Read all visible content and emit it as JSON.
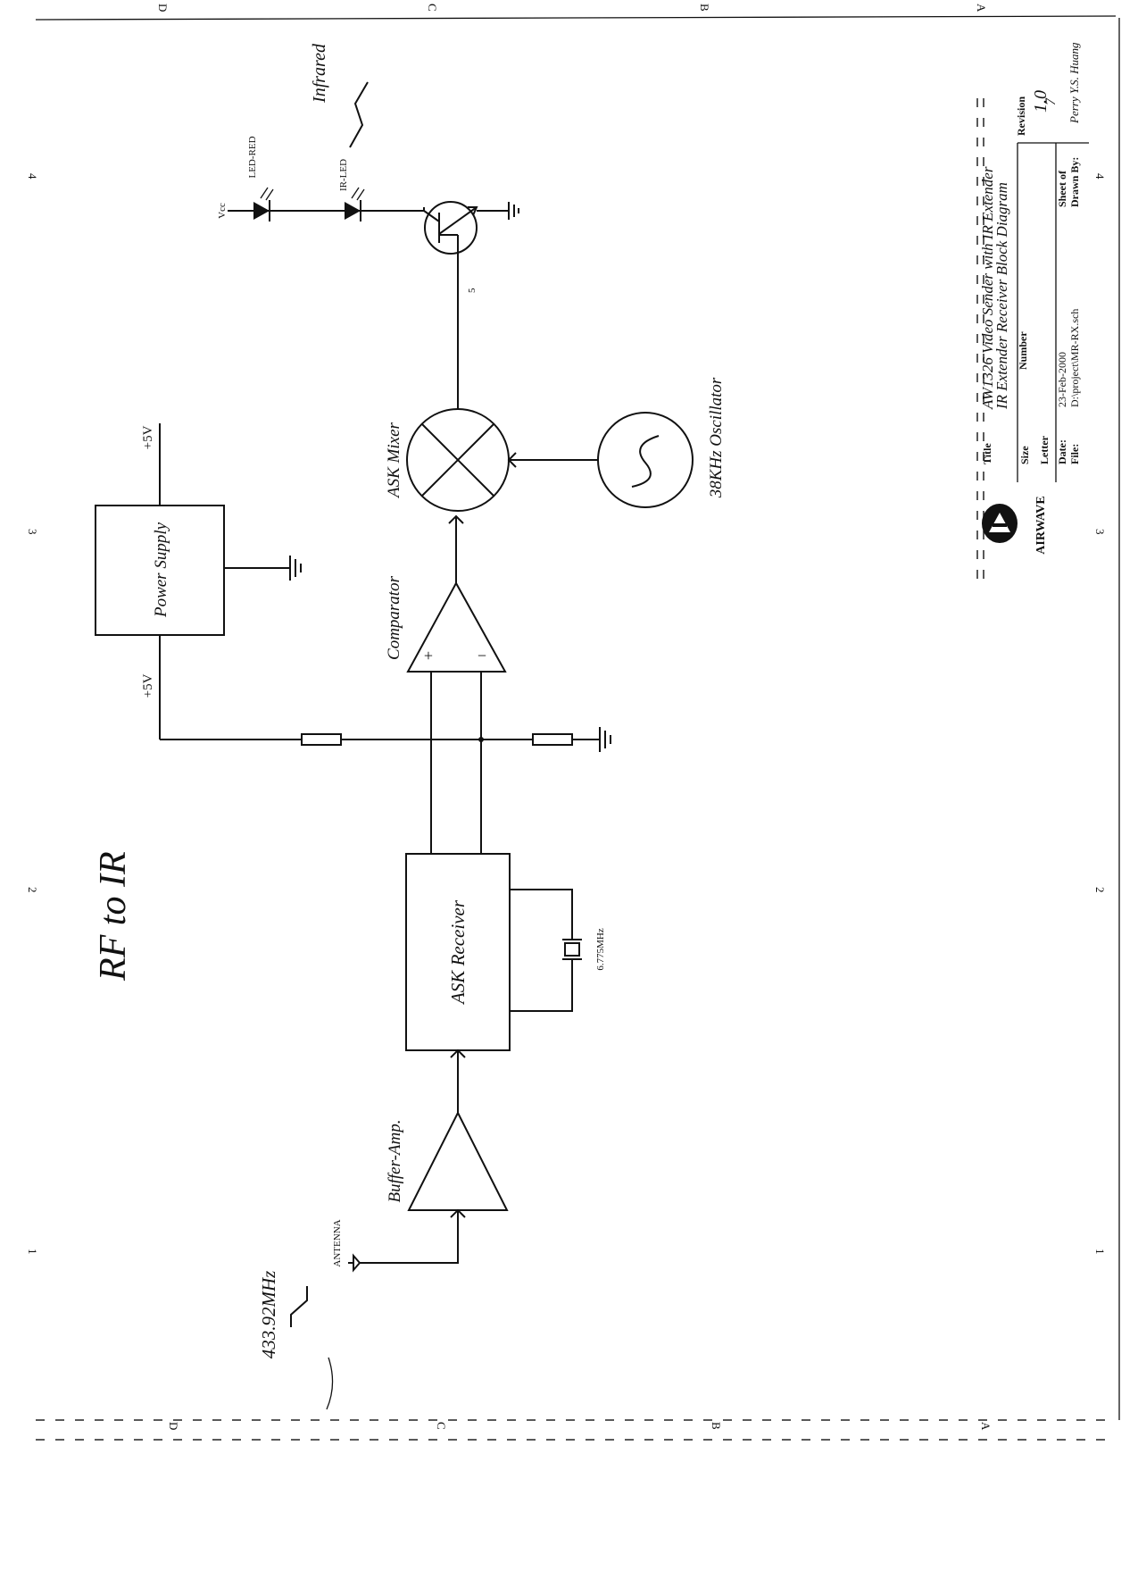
{
  "diagram": {
    "heading": "RF to IR",
    "blocks": {
      "power_supply": "Power Supply",
      "ask_receiver": "ASK Receiver",
      "ask_mixer": "ASK Mixer",
      "oscillator": "38KHz Oscillator",
      "comparator": "Comparator",
      "buffer_amp": "Buffer-Amp."
    },
    "labels": {
      "rail_5v": "+5V",
      "rail_5v_top": "+5V",
      "rf_freq": "433.92MHz",
      "antenna": "ANTENNA",
      "crystal": "6.775MHz",
      "infrared": "Infrared",
      "ir_led": "IR-LED",
      "led_red": "LED-RED",
      "vcc": "Vcc",
      "comp_plus": "+",
      "comp_minus": "−",
      "transistor_ref": "5"
    }
  },
  "title_block": {
    "company": "AIRWAVE",
    "title_label": "Title",
    "title_line1": "AW1326 Video Sender with IR Extender",
    "title_line2": "IR Extender Receiver Block Diagram",
    "size_label": "Size",
    "size_value": "Letter",
    "number_label": "Number",
    "revision_label": "Revision",
    "revision_value": "1.0",
    "date_label": "Date:",
    "date_value": "23-Feb-2000",
    "file_label": "File:",
    "file_value": "D:\\project\\MR-RX.sch",
    "sheet_label": "Sheet of",
    "sheet_value": "7",
    "drawn_label": "Drawn By:",
    "drawn_value": "Perry Y.S. Huang"
  },
  "border": {
    "top_zones": [
      "D",
      "C",
      "B",
      "A"
    ],
    "bottom_zones": [
      "D",
      "C",
      "B",
      "A"
    ],
    "left_numbers": [
      "1",
      "2",
      "3",
      "4"
    ],
    "right_numbers": [
      "1",
      "2",
      "3",
      "4"
    ]
  }
}
